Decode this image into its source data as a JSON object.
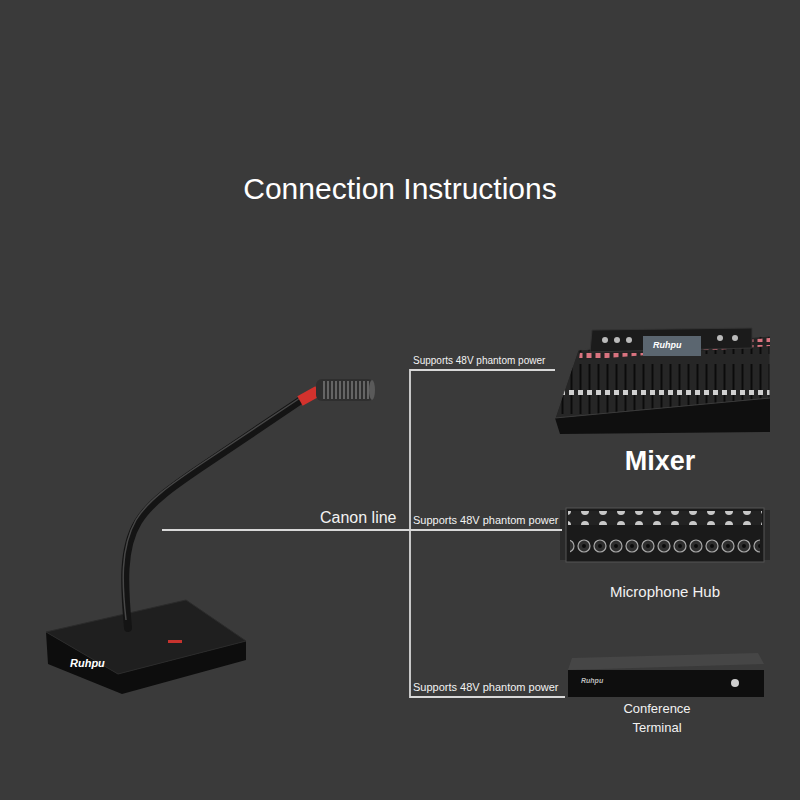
{
  "diagram": {
    "title": "Connection Instructions",
    "nodes": [
      {
        "text": [
          "Ruhpu"
        ]
      },
      {
        "text": [
          "Mixer"
        ]
      },
      {
        "text": [
          "Microphone Hub"
        ]
      },
      {
        "text": [
          "Conference Terminal"
        ]
      }
    ],
    "edges": [
      {
        "from": 0,
        "to": 1,
        "arrow": "none",
        "label": "Supports 48V phantom power"
      },
      {
        "from": 0,
        "to": 2,
        "arrow": "none",
        "label": "Supports 48V phantom power"
      },
      {
        "from": 0,
        "to": 3,
        "arrow": "none",
        "label": "Supports 48V phantom power"
      }
    ],
    "labels": [
      "Canon line",
      "Ruhpu",
      "Ruhpu"
    ]
  }
}
